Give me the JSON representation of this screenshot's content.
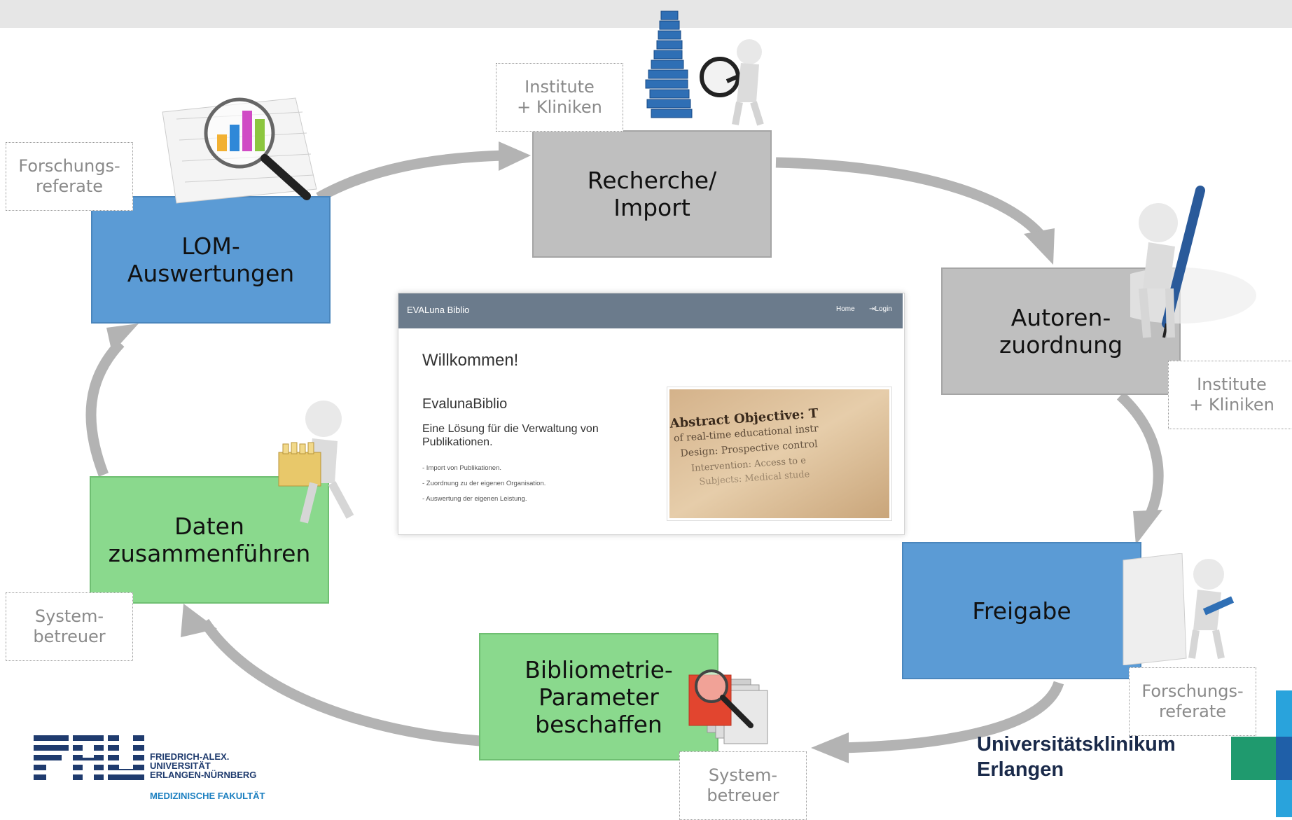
{
  "steps": {
    "recherche": "Recherche/\nImport",
    "autoren": "Autoren-\nzuordnung",
    "freigabe": "Freigabe",
    "bibliometrie": "Bibliometrie-\nParameter\nbeschaffen",
    "daten": "Daten\nzusammenführen",
    "lom": "LOM-\nAuswertungen"
  },
  "roles": {
    "recherche": "Institute\n+ Kliniken",
    "autoren": "Institute\n+ Kliniken",
    "freigabe": "Forschungs-\nreferate",
    "bibliometrie": "System-\nbetreuer",
    "daten": "System-\nbetreuer",
    "lom": "Forschungs-\nreferate"
  },
  "app": {
    "brand": "EVALuna Biblio",
    "nav_home": "Home",
    "nav_login": "Login",
    "welcome": "Willkommen!",
    "name": "EvalunaBiblio",
    "description": "Eine Lösung für die Verwaltung von Publikationen.",
    "features": [
      "- Import von Publikationen.",
      "- Zuordnung zu der eigenen Organisation.",
      "- Auswertung der eigenen Leistung."
    ],
    "photo_lines": [
      "Abstract Objective: T",
      "of real-time educational instr",
      "Design: Prospective control",
      "Intervention: Access to e",
      "Subjects: Medical stude"
    ]
  },
  "logos": {
    "fau_mark": "FAU",
    "fau_lines": "FRIEDRICH-ALEX.\nUNIVERSITÄT\nERLANGEN-NÜRNBERG",
    "fau_faculty": "MEDIZINISCHE FAKULTÄT",
    "uk": "Universitätsklinikum\nErlangen"
  },
  "colors": {
    "gray_step": "#bfbfbf",
    "blue_step": "#5b9bd5",
    "green_step": "#8ad98d",
    "arrow": "#b3b3b3",
    "app_nav": "#6b7b8c"
  },
  "icons": [
    "books-magnifier-figure-icon",
    "chart-magnifier-icon",
    "figure-pen-icon",
    "figure-sign-icon",
    "folders-magnifier-icon",
    "figure-folder-box-icon"
  ]
}
